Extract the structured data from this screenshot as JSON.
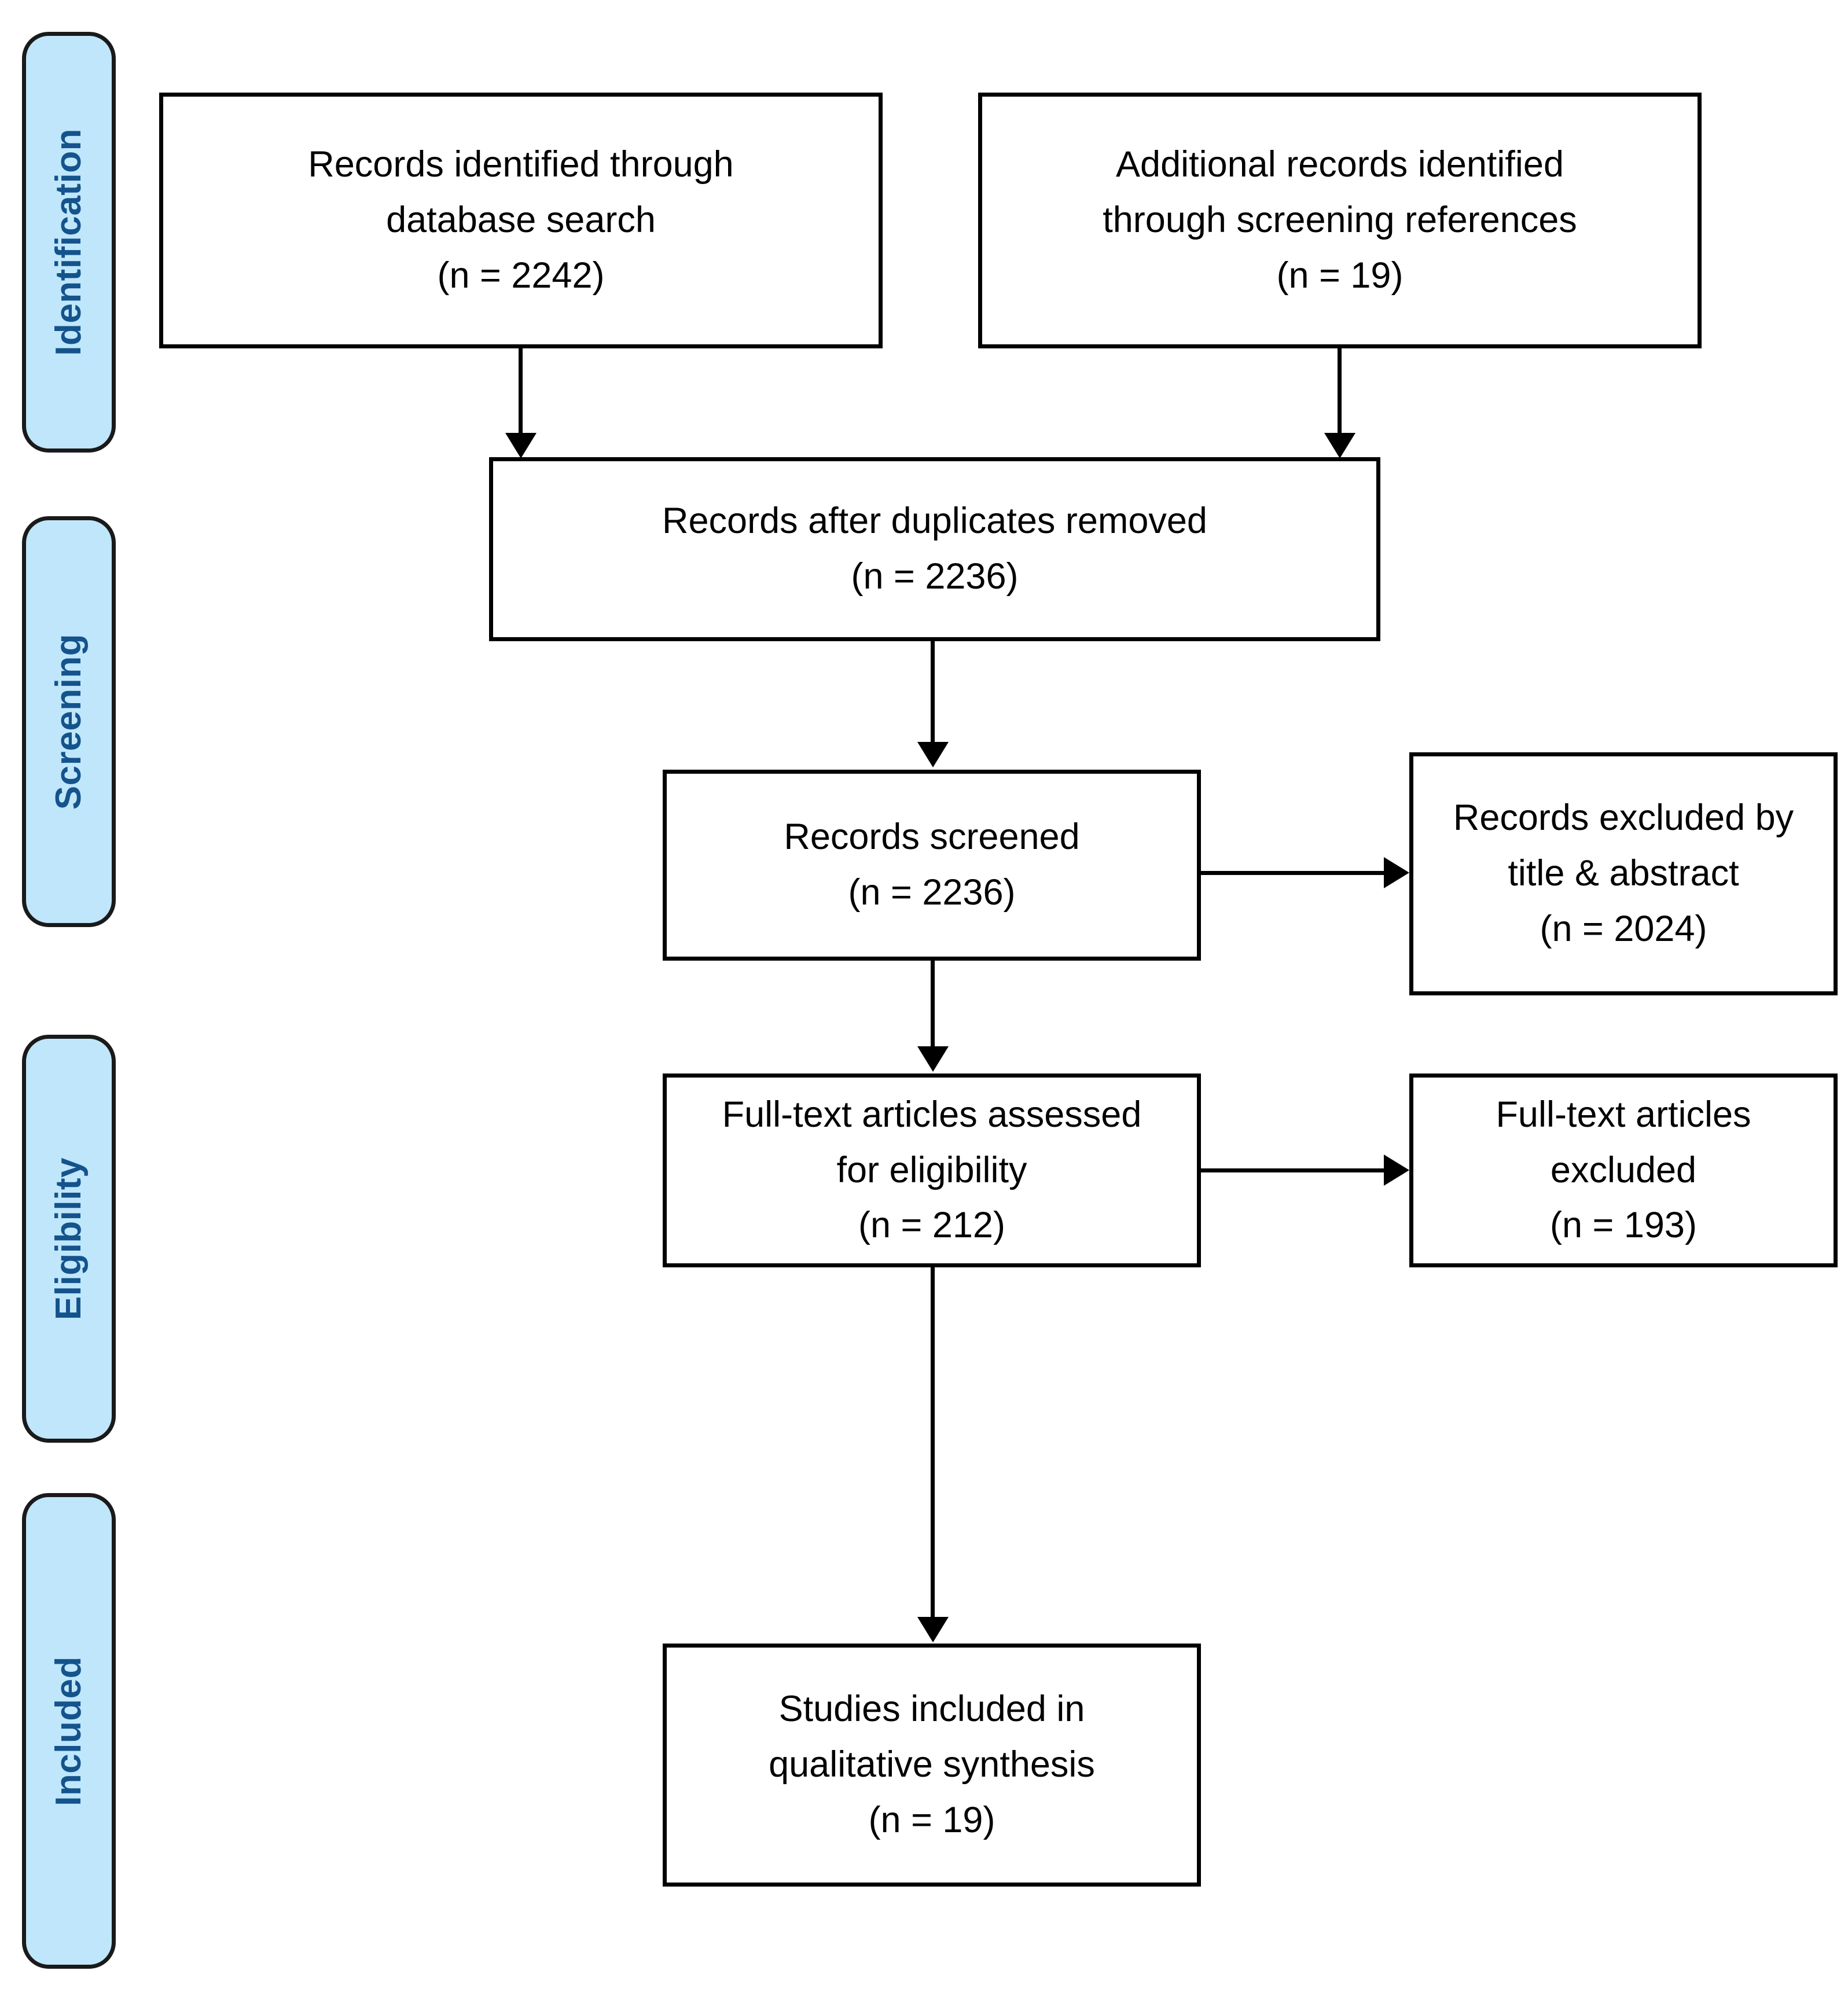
{
  "diagram": {
    "type": "prisma-flow-diagram",
    "accent_color": "#bfe6fa",
    "label_color": "#14538c",
    "line_color": "#000000",
    "phases": [
      {
        "id": "identification",
        "label": "Identification"
      },
      {
        "id": "screening",
        "label": "Screening"
      },
      {
        "id": "eligibility",
        "label": "Eligibility"
      },
      {
        "id": "included",
        "label": "Included"
      }
    ],
    "boxes": {
      "records_identified": {
        "line1": "Records identified through",
        "line2": "database search",
        "line3": "(n = 2242)",
        "n": 2242
      },
      "additional_records": {
        "line1": "Additional records identified",
        "line2": "through screening references",
        "line3": "(n = 19)",
        "n": 19
      },
      "after_duplicates": {
        "line1": "Records after duplicates removed",
        "line2": "(n = 2236)",
        "n": 2236
      },
      "records_screened": {
        "line1": "Records screened",
        "line2": "(n = 2236)",
        "n": 2236
      },
      "records_excluded": {
        "line1": "Records excluded by",
        "line2": "title & abstract",
        "line3": "(n = 2024)",
        "n": 2024
      },
      "fulltext_assessed": {
        "line1": "Full-text articles assessed",
        "line2": "for eligibility",
        "line3": "(n = 212)",
        "n": 212
      },
      "fulltext_excluded": {
        "line1": "Full-text articles",
        "line2": "excluded",
        "line3": "(n = 193)",
        "n": 193
      },
      "studies_included": {
        "line1": "Studies included in",
        "line2": "qualitative synthesis",
        "line3": "(n = 19)",
        "n": 19
      }
    }
  }
}
